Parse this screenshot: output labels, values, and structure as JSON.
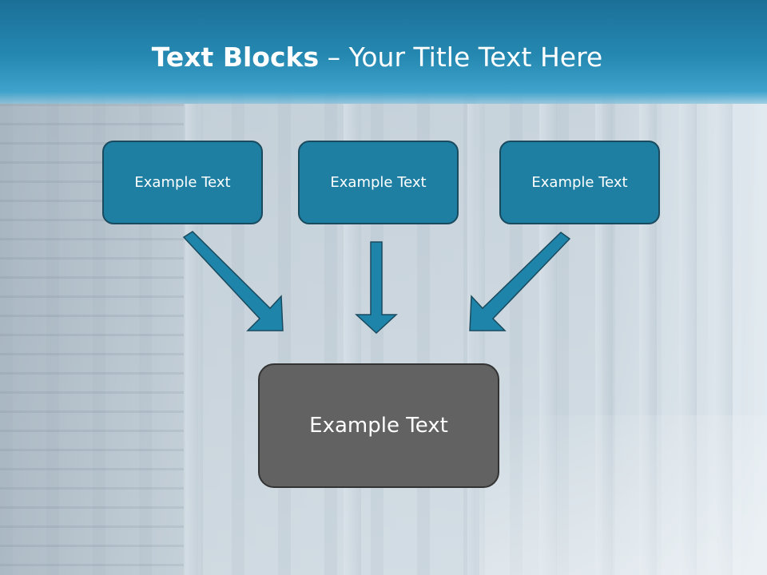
{
  "slide": {
    "title_bold": "Text Blocks",
    "title_rest": " – Your Title Text Here"
  },
  "blocks": {
    "left": "Example Text",
    "middle": "Example Text",
    "right": "Example Text",
    "bottom": "Example Text"
  },
  "colors": {
    "title_bar": "#2589b2",
    "block_fill": "#1e7fa3",
    "block_border": "#1a4a5e",
    "bottom_fill": "#626262",
    "arrow_fill": "#1f84aa"
  }
}
